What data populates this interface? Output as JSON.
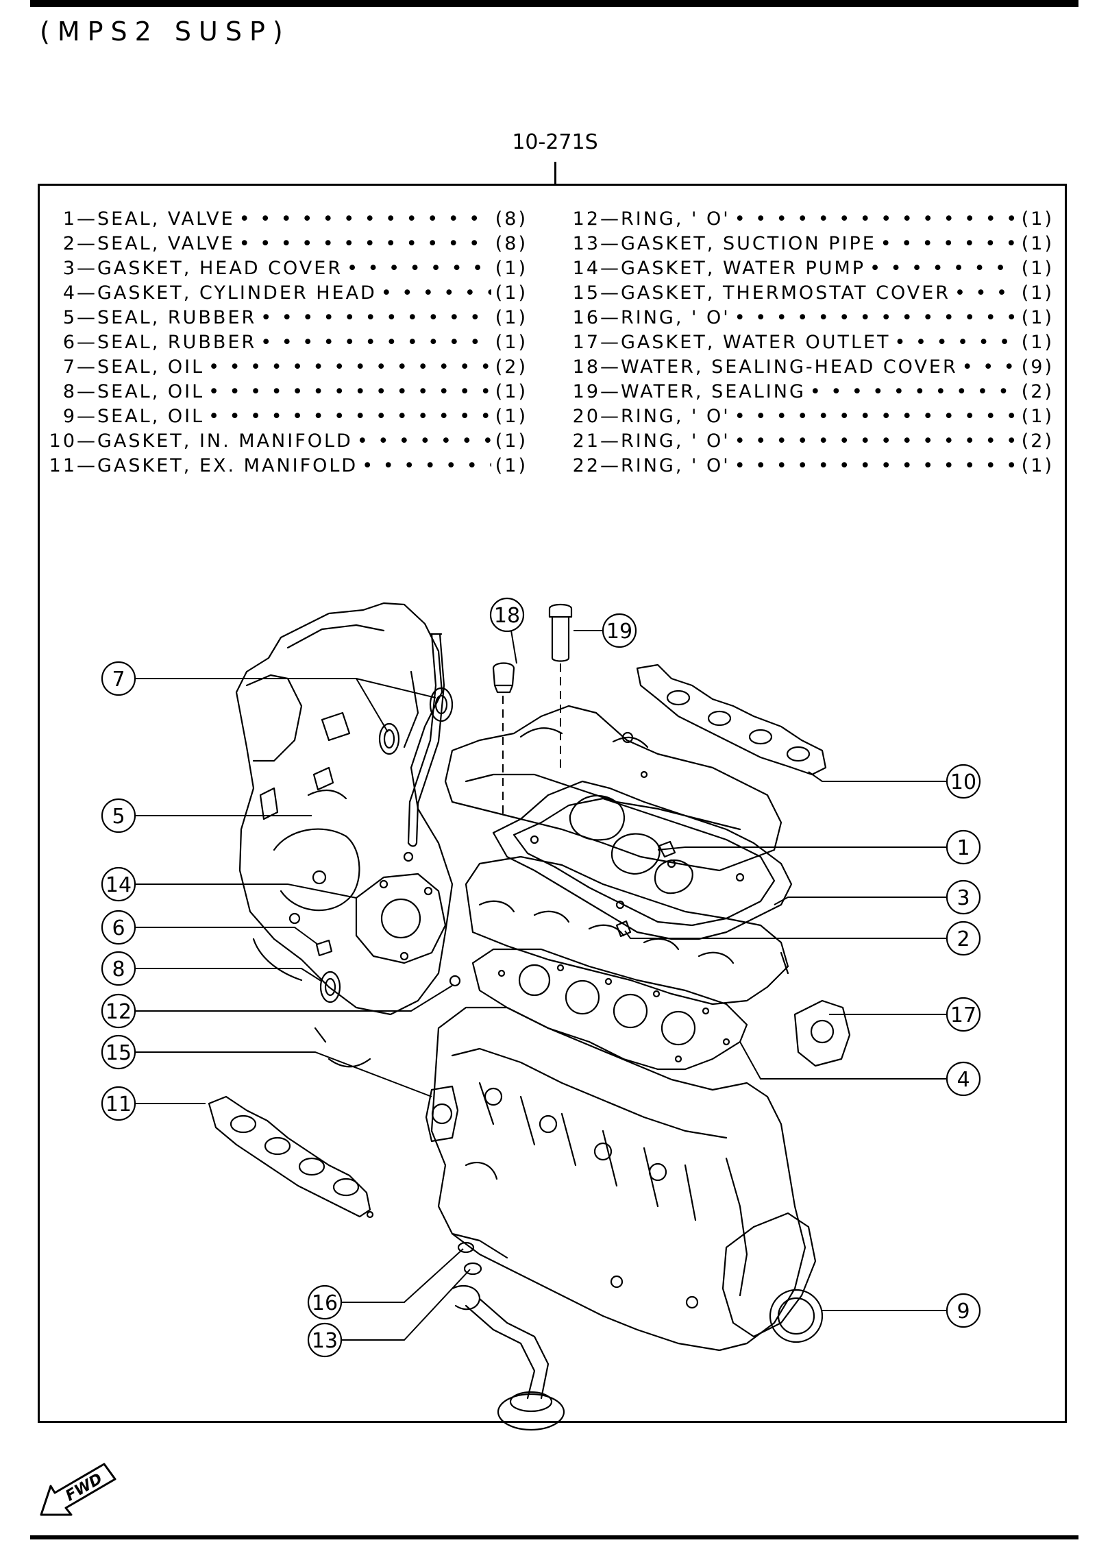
{
  "header": "(MPS2 SUSP)",
  "figure_number": "10-271S",
  "parts_left": [
    {
      "num": "1",
      "name": "SEAL, VALVE",
      "qty": "(8)"
    },
    {
      "num": "2",
      "name": "SEAL, VALVE",
      "qty": "(8)"
    },
    {
      "num": "3",
      "name": "GASKET, HEAD COVER",
      "qty": "(1)"
    },
    {
      "num": "4",
      "name": "GASKET, CYLINDER HEAD",
      "qty": "(1)"
    },
    {
      "num": "5",
      "name": "SEAL, RUBBER",
      "qty": "(1)"
    },
    {
      "num": "6",
      "name": "SEAL, RUBBER",
      "qty": "(1)"
    },
    {
      "num": "7",
      "name": "SEAL, OIL",
      "qty": "(2)"
    },
    {
      "num": "8",
      "name": "SEAL, OIL",
      "qty": "(1)"
    },
    {
      "num": "9",
      "name": "SEAL, OIL",
      "qty": "(1)"
    },
    {
      "num": "10",
      "name": "GASKET, IN. MANIFOLD",
      "qty": "(1)"
    },
    {
      "num": "11",
      "name": "GASKET, EX. MANIFOLD",
      "qty": "(1)"
    }
  ],
  "parts_right": [
    {
      "num": "12",
      "name": "RING, ' O'",
      "qty": "(1)"
    },
    {
      "num": "13",
      "name": "GASKET, SUCTION PIPE",
      "qty": "(1)"
    },
    {
      "num": "14",
      "name": "GASKET, WATER PUMP",
      "qty": "(1)"
    },
    {
      "num": "15",
      "name": "GASKET, THERMOSTAT COVER",
      "qty": "(1)"
    },
    {
      "num": "16",
      "name": "RING, ' O'",
      "qty": "(1)"
    },
    {
      "num": "17",
      "name": "GASKET, WATER OUTLET",
      "qty": "(1)"
    },
    {
      "num": "18",
      "name": "WATER, SEALING-HEAD COVER",
      "qty": "(9)"
    },
    {
      "num": "19",
      "name": "WATER, SEALING",
      "qty": "(2)"
    },
    {
      "num": "20",
      "name": "RING, ' O'",
      "qty": "(1)"
    },
    {
      "num": "21",
      "name": "RING, ' O'",
      "qty": "(2)"
    },
    {
      "num": "22",
      "name": "RING, ' O'",
      "qty": "(1)"
    }
  ],
  "callouts": {
    "c1": "1",
    "c2": "2",
    "c3": "3",
    "c4": "4",
    "c5": "5",
    "c6": "6",
    "c7": "7",
    "c8": "8",
    "c9": "9",
    "c10": "10",
    "c11": "11",
    "c12": "12",
    "c13": "13",
    "c14": "14",
    "c15": "15",
    "c16": "16",
    "c17": "17",
    "c18": "18",
    "c19": "19"
  },
  "fwd_label": "FWD"
}
